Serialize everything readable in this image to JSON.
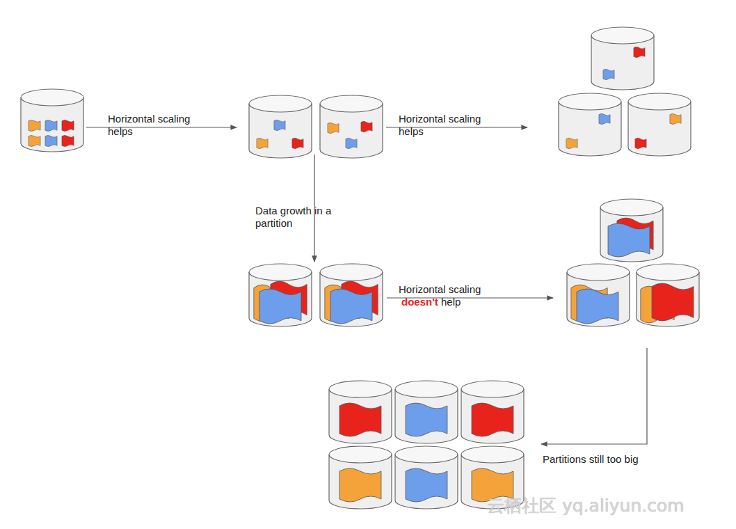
{
  "diagram": {
    "labels": [
      "Horizontal scaling helps",
      "Horizontal scaling helps",
      "Data growth in a partition",
      "Horizontal scaling",
      "doesn't",
      "help",
      "Partitions still too big",
      "云栖社区 yq.aliyun.com"
    ]
  }
}
